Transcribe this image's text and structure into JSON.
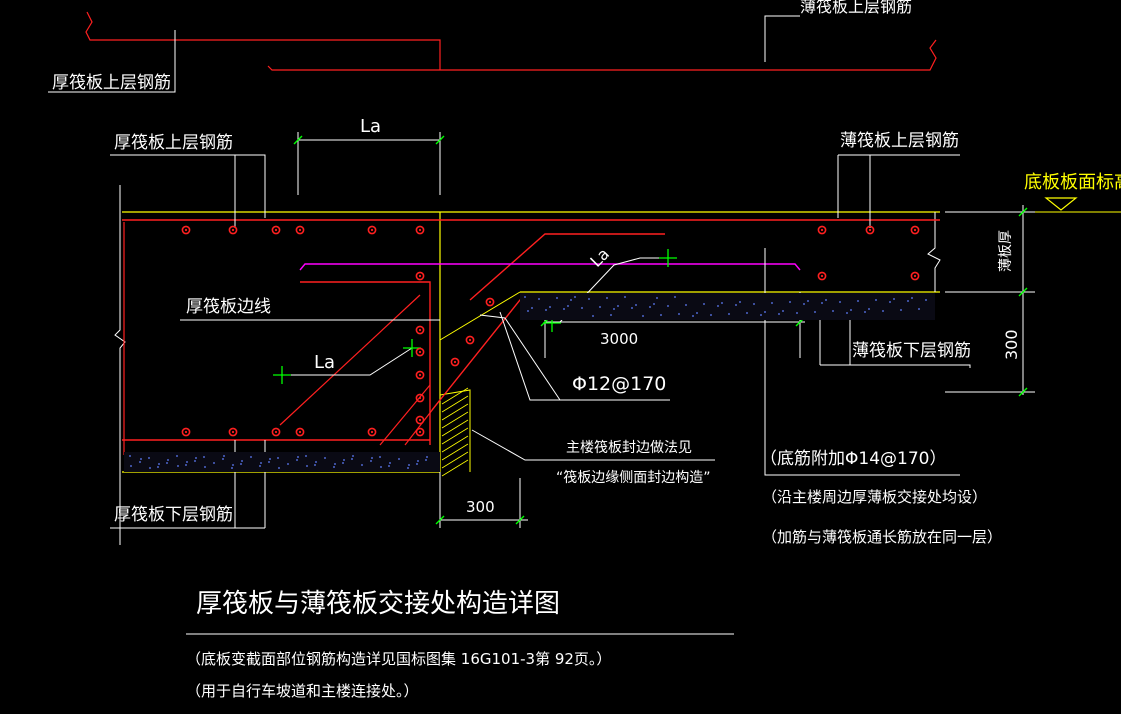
{
  "colors": {
    "background": "#000000",
    "rebar_red": "#ff2020",
    "outline_yellow": "#ffff00",
    "leader_white": "#ffffff",
    "marker_green": "#00ff00",
    "slab_magenta": "#ff00ff",
    "hatch_cyan": "#6080ff"
  },
  "labels": {
    "top_truncated": "薄筏板上层钢筋",
    "thick_top_rebar_upper": "厚筏板上层钢筋",
    "thick_top_rebar": "厚筏板上层钢筋",
    "la_top": "La",
    "thin_top_rebar": "薄筏板上层钢筋",
    "bottom_slab_elevation": "底板板面标高",
    "thin_slab_thickness": "薄板厚",
    "la_diag": "La",
    "thick_edge_line": "厚筏板边线",
    "la_left": "La",
    "dim_3000": "3000",
    "dim_300_right": "300",
    "thin_bottom_rebar": "薄筏板下层钢筋",
    "rebar_spec": "Φ12@170",
    "edge_note_1": "主楼筏板封边做法见",
    "edge_note_2": "“筏板边缘侧面封边构造”",
    "bottom_extra_rebar": "（底筋附加Φ14@170）",
    "note_along": "（沿主楼周边厚薄板交接处均设）",
    "note_layer": "（加筋与薄筏板通长筋放在同一层）",
    "dim_300_bottom": "300",
    "thick_bottom_rebar": "厚筏板下层钢筋",
    "title": "厚筏板与薄筏板交接处构造详图",
    "note_ref": "（底板变截面部位钢筋构造详见国标图集 16G101-3第 92页。）",
    "note_use": "（用于自行车坡道和主楼连接处。）"
  }
}
